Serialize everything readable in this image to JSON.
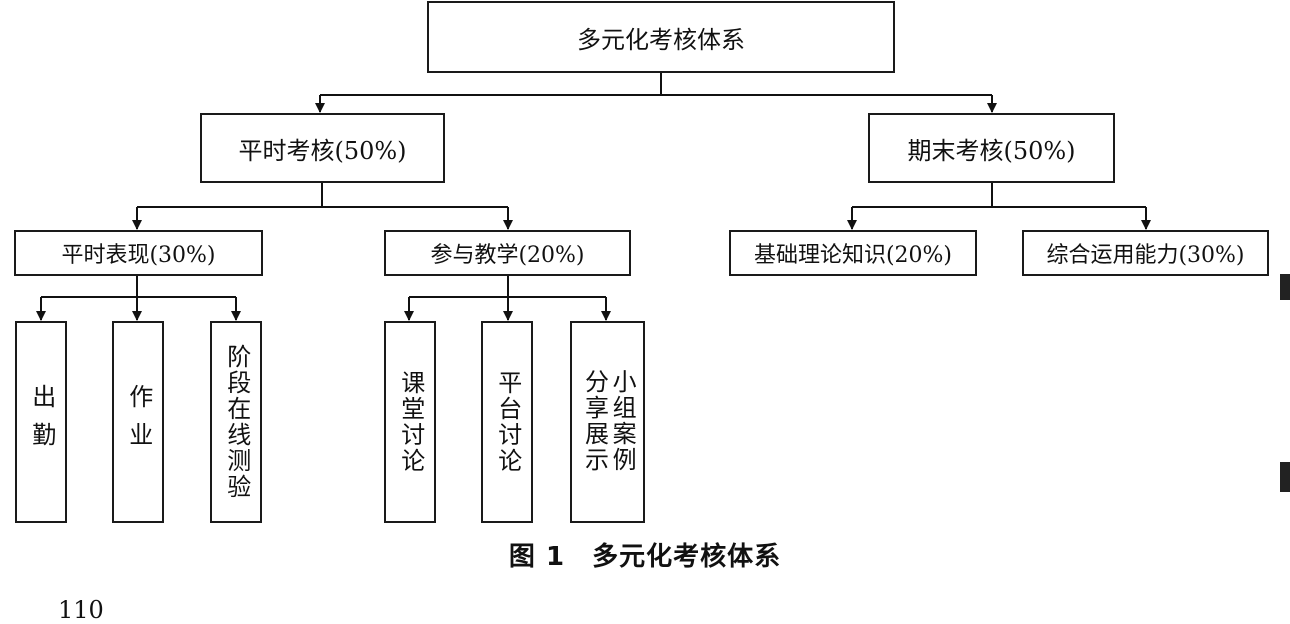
{
  "diagram": {
    "root": "多元化考核体系",
    "regular": {
      "label": "平时考核(50%)",
      "performance": {
        "label": "平时表现(30%)",
        "items": [
          "出勤",
          "作业",
          "阶段在线测验"
        ]
      },
      "participation": {
        "label": "参与教学(20%)",
        "items": [
          "课堂讨论",
          "平台讨论",
          "小组案例分享展示"
        ]
      }
    },
    "final": {
      "label": "期末考核(50%)",
      "items": [
        "基础理论知识(20%)",
        "综合运用能力(30%)"
      ]
    }
  },
  "caption": "图 1　多元化考核体系",
  "page_number": "110"
}
